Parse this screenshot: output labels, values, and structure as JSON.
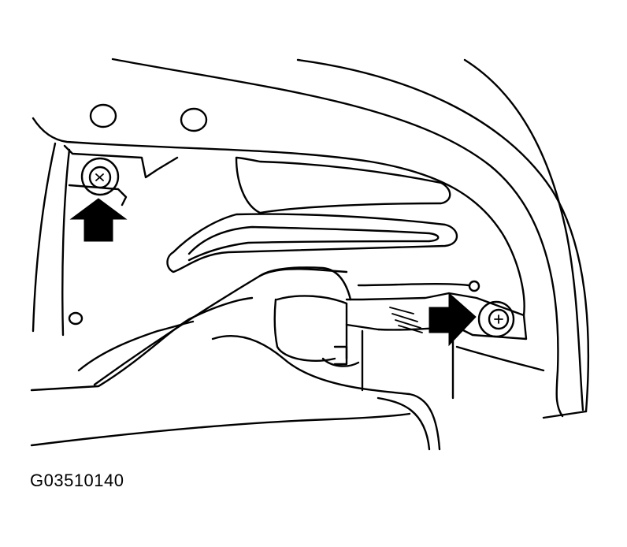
{
  "figure": {
    "code": "G03510140"
  },
  "colors": {
    "line": "#000000",
    "background": "#ffffff"
  },
  "callouts": [
    {
      "id": "left-arrow",
      "icon": "arrow-down-up-icon",
      "direction": "up"
    },
    {
      "id": "right-arrow",
      "icon": "arrow-right-icon",
      "direction": "right"
    }
  ]
}
